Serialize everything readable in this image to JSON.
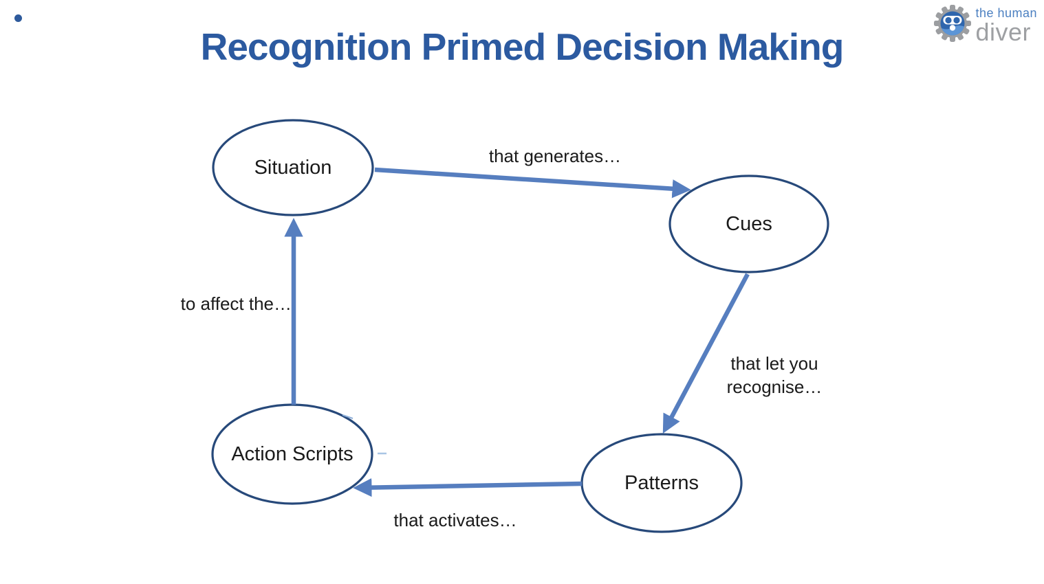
{
  "slide": {
    "title": "Recognition Primed Decision Making"
  },
  "logo": {
    "line1": "the human",
    "line2": "diver",
    "icon": "gear-with-dive-mask-icon"
  },
  "diagram": {
    "nodes": [
      {
        "id": "situation",
        "label": "Situation"
      },
      {
        "id": "cues",
        "label": "Cues"
      },
      {
        "id": "patterns",
        "label": "Patterns"
      },
      {
        "id": "action-scripts",
        "label": "Action Scripts"
      }
    ],
    "edges": [
      {
        "from": "situation",
        "to": "cues",
        "label": "that generates…"
      },
      {
        "from": "cues",
        "to": "patterns",
        "label_line1": "that let you",
        "label_line2": "recognise…"
      },
      {
        "from": "patterns",
        "to": "action-scripts",
        "label": "that activates…"
      },
      {
        "from": "action-scripts",
        "to": "situation",
        "label": "to affect the…"
      }
    ]
  },
  "colors": {
    "title_blue": "#2c5aa0",
    "arrow_blue": "#567ebf",
    "ellipse_stroke": "#27497a",
    "node_fill": "#ffffff",
    "text": "#1a1a1a",
    "logo_blue": "#4c80c1",
    "logo_gray": "#9ea0a3",
    "bullet_blue": "#2e5a9c"
  }
}
